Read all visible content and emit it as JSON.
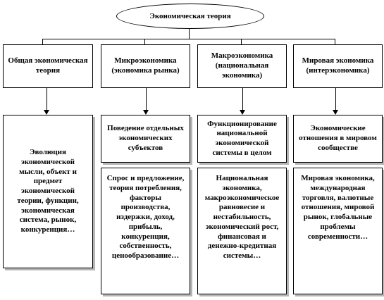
{
  "root": {
    "label": "Экономическая теория"
  },
  "columns": [
    {
      "header": "Общая экономическая теория",
      "boxes": [
        "Эволюция экономической мысли, объект и предмет экономической теории, функции, экономическая система, рынок, конкуренция…"
      ]
    },
    {
      "header": "Микроэкономика (экономика рынка)",
      "boxes": [
        "Поведение отдельных экономических субъектов",
        "Спрос и предложение, теория потребления, факторы производства, издержки, доход, прибыль, конкуренция, собственность, ценообразование…"
      ]
    },
    {
      "header": "Макроэкономика (национальная экономика)",
      "boxes": [
        "Функционирование национальной экономической системы в целом",
        "Национальная экономика, макроэкономическое равновесие и нестабильность, экономический рост, финансовая и денежно-кредитная системы…"
      ]
    },
    {
      "header": "Мировая экономика (интерэкономика)",
      "boxes": [
        "Экономические отношения в мировом сообществе",
        "Мировая экономика, международная торговля, валютные отношения, мировой рынок, глобальные проблемы современности…"
      ]
    }
  ]
}
